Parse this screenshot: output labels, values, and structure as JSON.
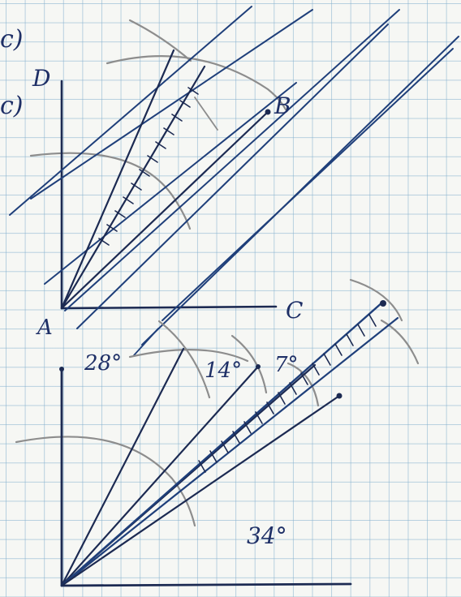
{
  "top_figure": {
    "part_marker_1": "c)",
    "part_marker_2": "c)",
    "label_d": "D",
    "label_b": "B",
    "label_a": "A",
    "label_c": "C"
  },
  "bottom_figure": {
    "angle_28": "28°",
    "angle_14": "14°",
    "angle_7": "7°",
    "angle_34": "34°"
  },
  "colors": {
    "ink": "#1f3f7a",
    "ink_dark": "#1c2a52",
    "pencil": "#8d8d8d",
    "grid": "#82afcd",
    "paper": "#f6f7f4"
  }
}
